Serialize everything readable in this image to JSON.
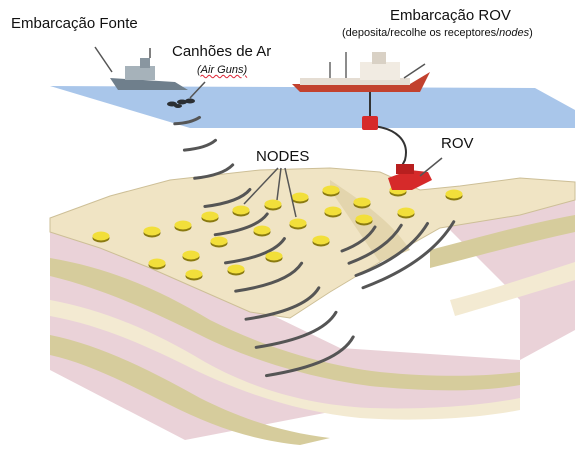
{
  "labels": {
    "source_vessel": "Embarcação Fonte",
    "air_guns_title": "Canhões de Ar",
    "air_guns_sub": "(Air Guns)",
    "rov_vessel_title": "Embarcação ROV",
    "rov_vessel_sub_prefix": "(deposita/recolhe os receptores/",
    "rov_vessel_sub_italic": "nodes",
    "rov_vessel_sub_suffix": ")",
    "nodes": "NODES",
    "rov": "ROV"
  },
  "colors": {
    "water": "#a9c6ea",
    "seafloor": "#f0e4c4",
    "node_fill": "#f2df3a",
    "node_rim": "#8a7a10",
    "rov": "#d62a2a",
    "wave": "#555555",
    "layer_pink": "#ead2d8",
    "layer_tan": "#d6cc9c",
    "layer_cream": "#f3ead2"
  }
}
